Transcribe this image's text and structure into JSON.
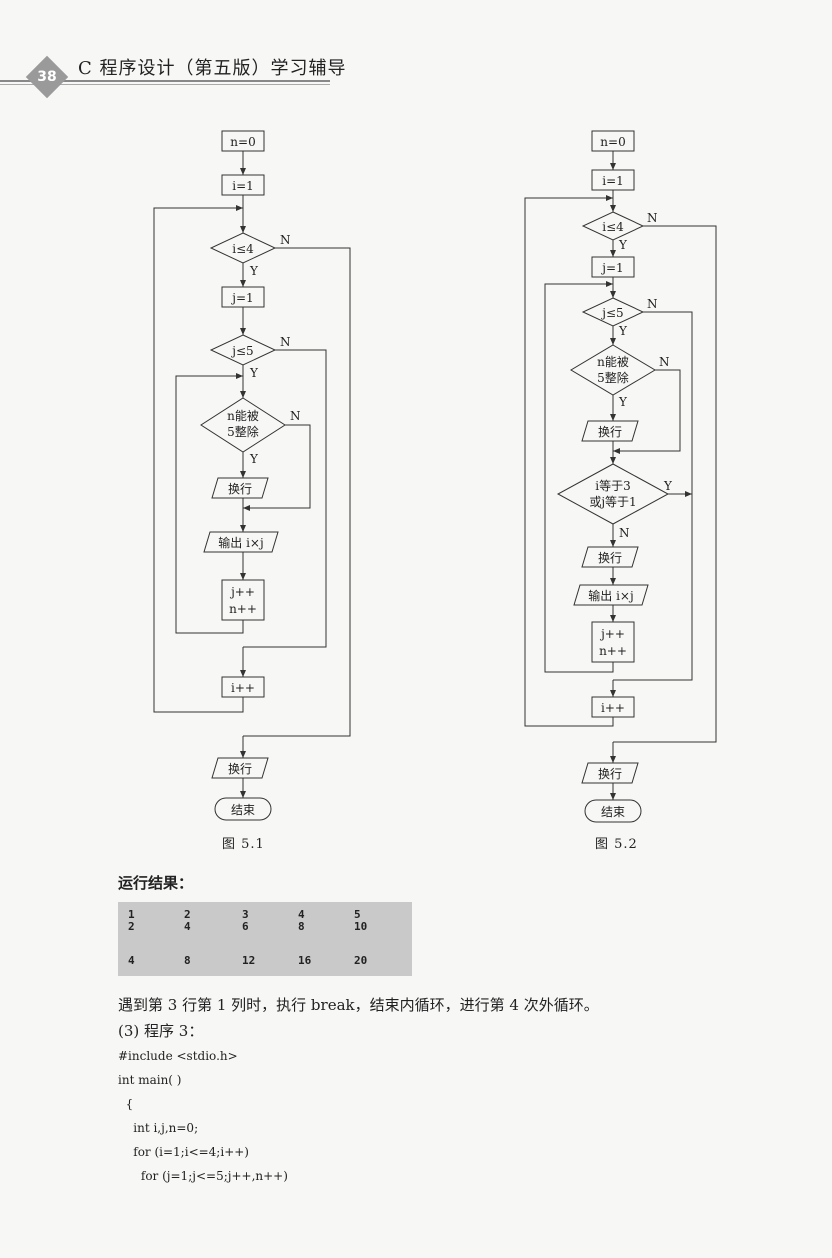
{
  "header": {
    "page_number": "38",
    "title": "C 程序设计（第五版）学习辅导"
  },
  "fig1": {
    "caption": "图  5.1",
    "n0": "n=0",
    "i1": "i=1",
    "cond_i": "i≤4",
    "j1": "j=1",
    "cond_j": "j≤5",
    "cond_n1": "n能被",
    "cond_n2": "5整除",
    "newline": "换行",
    "output": "输出 i×j",
    "inc1": "j++",
    "inc2": "n++",
    "inc_i": "i++",
    "newline_end": "换行",
    "end": "结束",
    "Y": "Y",
    "N": "N"
  },
  "fig2": {
    "caption": "图  5.2",
    "n0": "n=0",
    "i1": "i=1",
    "cond_i": "i≤4",
    "j1": "j=1",
    "cond_j": "j≤5",
    "cond_n1": "n能被",
    "cond_n2": "5整除",
    "newline": "换行",
    "cond_ij1": "i等于3",
    "cond_ij2": "或j等于1",
    "newline2": "换行",
    "output": "输出 i×j",
    "inc1": "j++",
    "inc2": "n++",
    "inc_i": "i++",
    "newline_end": "换行",
    "end": "结束",
    "Y": "Y",
    "N": "N"
  },
  "result_title": "运行结果：",
  "result_rows": [
    [
      "1",
      "2",
      "3",
      "4",
      "5"
    ],
    [
      "2",
      "4",
      "6",
      "8",
      "10"
    ],
    [
      "4",
      "8",
      "12",
      "16",
      "20"
    ]
  ],
  "explanation": "遇到第 3 行第 1 列时，执行 break，结束内循环，进行第 4 次外循环。",
  "program_heading": "(3) 程序 3：",
  "code_lines": [
    "#include <stdio.h>",
    "int main( )",
    "  {",
    "    int i,j,n=0;",
    "    for (i=1;i<=4;i++)",
    "      for (j=1;j<=5;j++,n++)"
  ]
}
